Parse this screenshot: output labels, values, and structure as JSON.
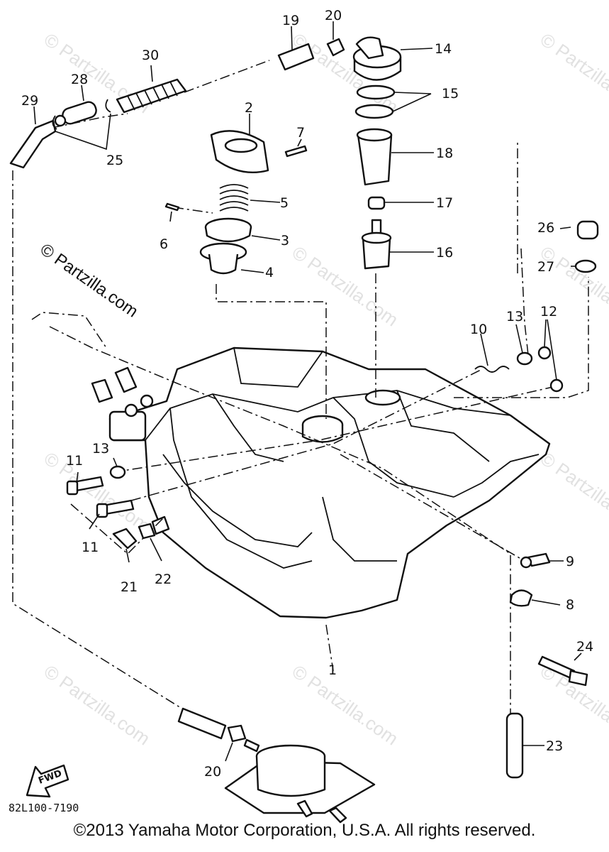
{
  "watermark": {
    "main": "© Partzilla.com",
    "tile": "© Partzilla.com"
  },
  "callouts": {
    "n1": "1",
    "n2": "2",
    "n3": "3",
    "n4": "4",
    "n5": "5",
    "n6": "6",
    "n7": "7",
    "n8": "8",
    "n9": "9",
    "n10": "10",
    "n11a": "11",
    "n11b": "11",
    "n12": "12",
    "n13a": "13",
    "n13b": "13",
    "n14": "14",
    "n15": "15",
    "n16": "16",
    "n17": "17",
    "n18": "18",
    "n19": "19",
    "n20a": "20",
    "n20b": "20",
    "n21": "21",
    "n22": "22",
    "n23": "23",
    "n24": "24",
    "n25": "25",
    "n26": "26",
    "n27": "27",
    "n28": "28",
    "n29": "29",
    "n30": "30"
  },
  "fwd_label": "FWD",
  "drawing_code": "82L100-7190",
  "copyright": "©2013  Yamaha Motor Corporation, U.S.A. All rights reserved."
}
